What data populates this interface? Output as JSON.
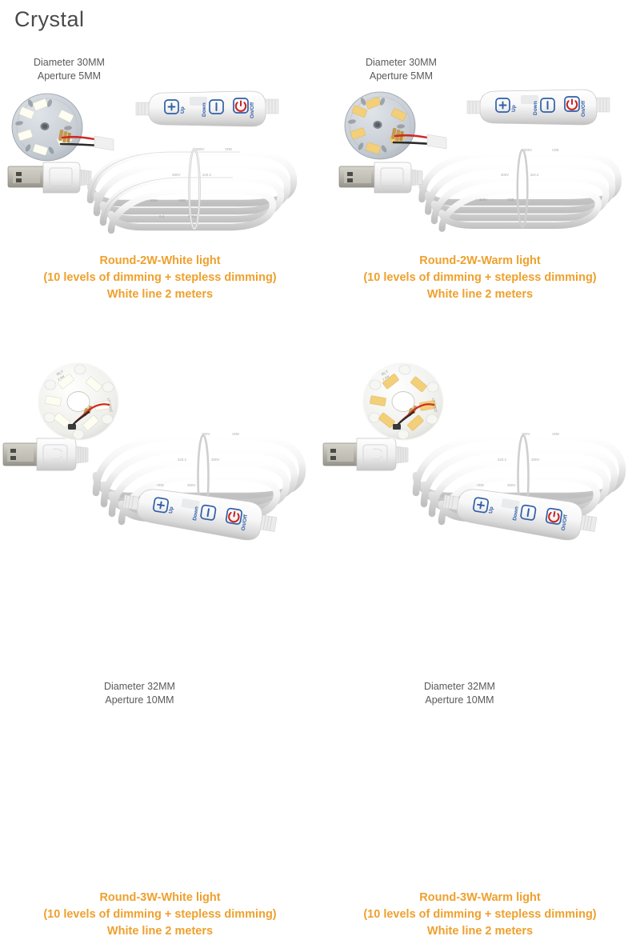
{
  "brand": {
    "title": "Crystal"
  },
  "colors": {
    "caption_orange": "#efa02d",
    "spec_gray": "#5a5a5a",
    "title_gray": "#4a4a4a",
    "button_blue": "#2f5fa8",
    "power_red": "#cc2222",
    "led_white": "#fdfdf2",
    "led_warm": "#f3cf7a",
    "pcb_2w": "#c9cfd6",
    "pcb_3w": "#f1f1ee",
    "cable_white": "#ededed",
    "usb_metal": "#bdbcb4",
    "background": "#ffffff"
  },
  "dimmer": {
    "buttons": [
      {
        "glyph": "+",
        "label": "Up",
        "name": "up-button"
      },
      {
        "glyph": "I",
        "label": "Down",
        "name": "down-button"
      },
      {
        "glyph": "power",
        "label": "On/Off",
        "name": "on-off-button"
      }
    ]
  },
  "panels": [
    {
      "id": "round-2w-white",
      "spec": {
        "diameter": "Diameter 30MM",
        "aperture": "Aperture 5MM"
      },
      "caption": {
        "line1": "Round-2W-White light",
        "line2": "(10 levels of dimming + stepless dimming)",
        "line3": "White line 2 meters"
      },
      "led_color": "white",
      "board_type": "2w",
      "power": "2W",
      "tone": "White light"
    },
    {
      "id": "round-2w-warm",
      "spec": {
        "diameter": "Diameter 30MM",
        "aperture": "Aperture 5MM"
      },
      "caption": {
        "line1": "Round-2W-Warm light",
        "line2": "(10 levels of dimming + stepless dimming)",
        "line3": "White line 2 meters"
      },
      "led_color": "warm",
      "board_type": "2w",
      "power": "2W",
      "tone": "Warm light"
    },
    {
      "id": "round-3w-white",
      "spec": {
        "diameter": "Diameter 32MM",
        "aperture": "Aperture 10MM"
      },
      "caption": {
        "line1": "Round-3W-White light",
        "line2": "(10 levels of dimming + stepless dimming)",
        "line3": "White line 2 meters"
      },
      "led_color": "white",
      "board_type": "3w",
      "power": "3W",
      "tone": "White light"
    },
    {
      "id": "round-3w-warm",
      "spec": {
        "diameter": "Diameter 32MM",
        "aperture": "Aperture 10MM"
      },
      "caption": {
        "line1": "Round-3W-Warm light",
        "line2": "(10 levels of dimming + stepless dimming)",
        "line3": "White line 2 meters"
      },
      "led_color": "warm",
      "board_type": "3w",
      "power": "3W",
      "tone": "Warm light"
    }
  ]
}
